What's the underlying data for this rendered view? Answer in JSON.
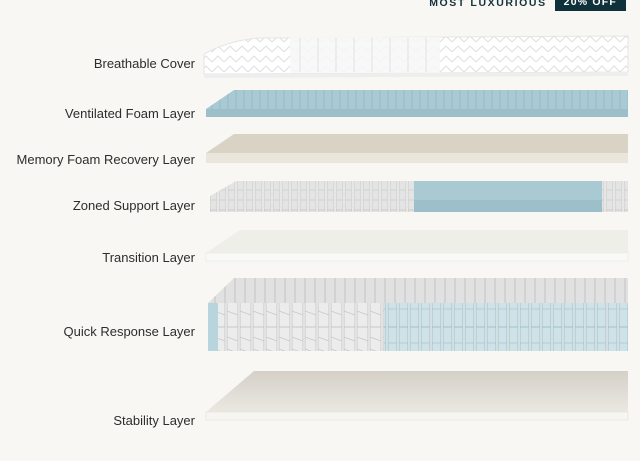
{
  "header": {
    "tier_label": "MOST LUXURIOUS",
    "discount_badge": "20% OFF"
  },
  "layers": [
    {
      "label": "Breathable Cover"
    },
    {
      "label": "Ventilated Foam Layer"
    },
    {
      "label": "Memory Foam Recovery Layer"
    },
    {
      "label": "Zoned Support Layer"
    },
    {
      "label": "Transition Layer"
    },
    {
      "label": "Quick Response Layer"
    },
    {
      "label": "Stability Layer"
    }
  ],
  "colors": {
    "background": "#f8f7f4",
    "brand_dark": "#0f3139",
    "foam_blue": "#a9c9d3",
    "memory_foam": "#d9d2c3",
    "coil_grey": "#d8d8d8",
    "coil_blue": "#b8d5de"
  }
}
